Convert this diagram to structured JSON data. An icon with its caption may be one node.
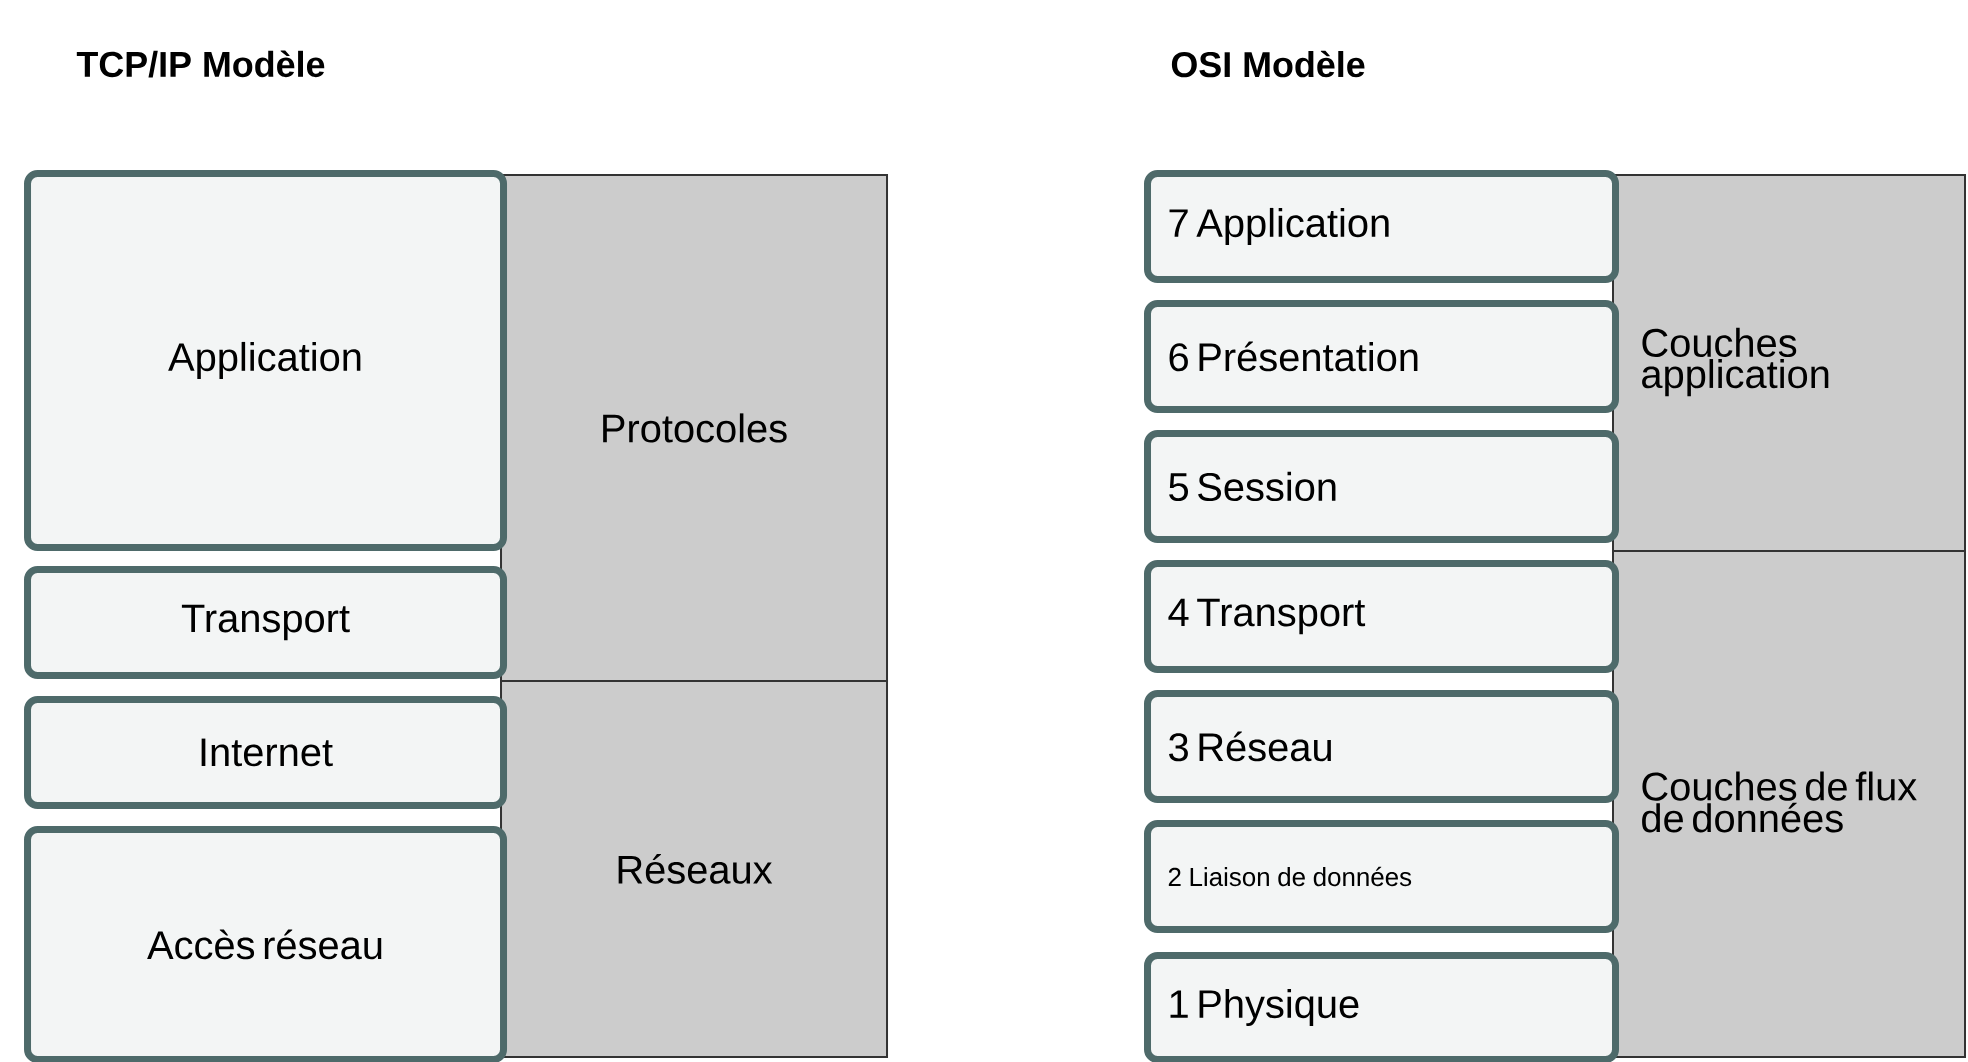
{
  "diagram": {
    "nodes": [
      {
        "text": [
          "Application"
        ]
      },
      {
        "text": [
          "Transport"
        ]
      },
      {
        "text": [
          "Internet"
        ]
      },
      {
        "text": [
          "Accès réseau"
        ]
      },
      {
        "text": [
          "Protocoles"
        ]
      },
      {
        "text": [
          "Réseaux"
        ]
      },
      {
        "text": [
          "7 Application"
        ]
      },
      {
        "text": [
          "6 Présentation"
        ]
      },
      {
        "text": [
          "5 Session"
        ]
      },
      {
        "text": [
          "4 Transport"
        ]
      },
      {
        "text": [
          "3 Réseau"
        ]
      },
      {
        "text": [
          "2 Liaison de données"
        ]
      },
      {
        "text": [
          "1 Physique"
        ]
      },
      {
        "text": [
          "Couches application"
        ]
      },
      {
        "text": [
          "Couches de flux de données"
        ]
      }
    ],
    "labels": [
      "TCP/IP Modèle",
      "OSI Modèle"
    ]
  }
}
